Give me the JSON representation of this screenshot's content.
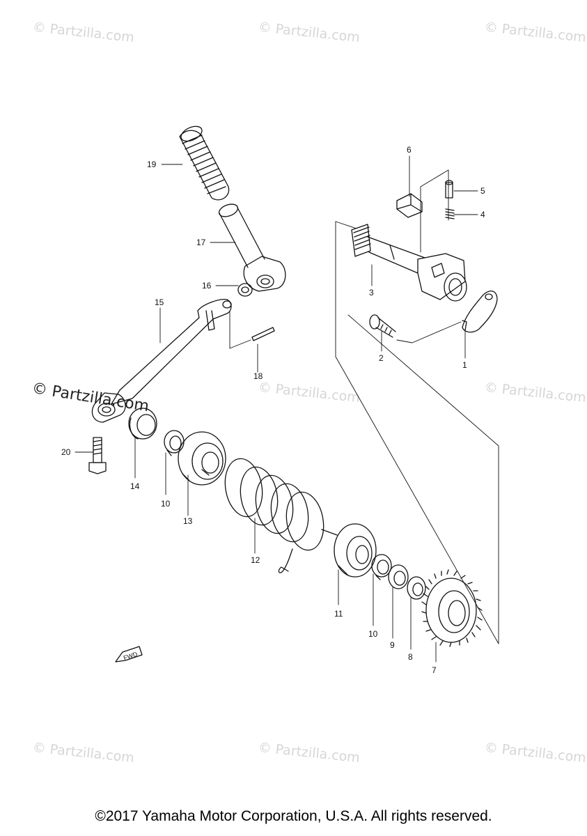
{
  "watermark_text": "© Partzilla.com",
  "callouts": {
    "p1": "1",
    "p2": "2",
    "p3": "3",
    "p4": "4",
    "p5": "5",
    "p6": "6",
    "p7": "7",
    "p8": "8",
    "p9": "9",
    "p10a": "10",
    "p10b": "10",
    "p11": "11",
    "p12": "12",
    "p13": "13",
    "p14": "14",
    "p15": "15",
    "p16": "16",
    "p17": "17",
    "p18": "18",
    "p19": "19",
    "p20": "20"
  },
  "fwd_label": "FWD",
  "copyright": "©2017 Yamaha Motor Corporation, U.S.A. All rights reserved."
}
